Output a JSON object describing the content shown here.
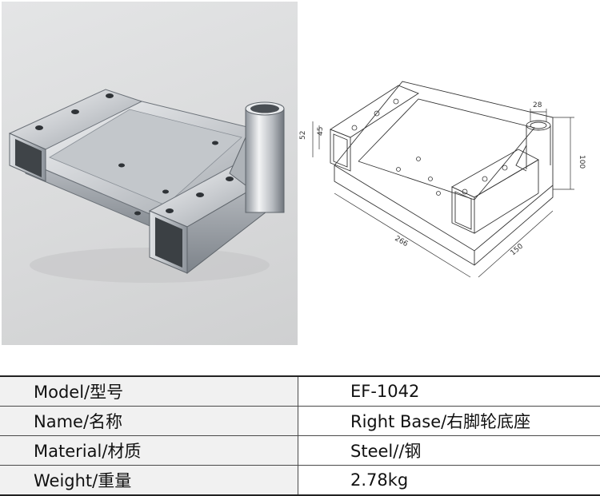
{
  "specs": [
    {
      "label": "Model/型号",
      "value": "EF-1042"
    },
    {
      "label": "Name/名称",
      "value": "Right Base/右脚轮底座"
    },
    {
      "label": "Material/材质",
      "value": "Steel//钢"
    },
    {
      "label": "Weight/重量",
      "value": "2.78kg"
    }
  ],
  "drawing": {
    "dims": {
      "d28": "28",
      "d52": "52",
      "d45": "45",
      "d100": "100",
      "d266": "266",
      "d150": "150"
    }
  }
}
